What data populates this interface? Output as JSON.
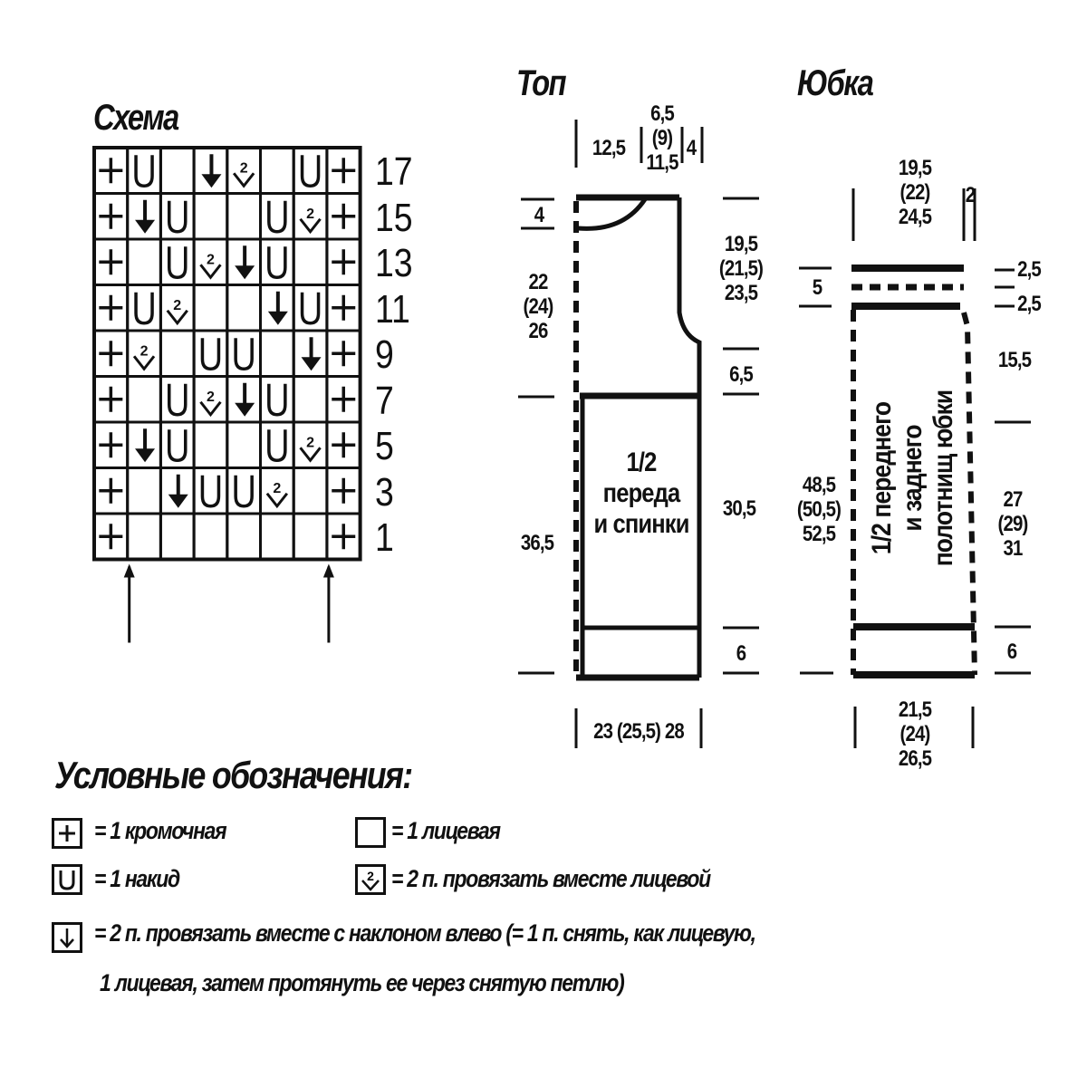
{
  "scheme": {
    "title": "Схема",
    "row_numbers": [
      "17",
      "15",
      "13",
      "11",
      "9",
      "7",
      "5",
      "3",
      "1"
    ],
    "rows": [
      [
        "+",
        "U",
        "",
        "D",
        "2",
        "",
        "U",
        "+"
      ],
      [
        "+",
        "D",
        "U",
        "",
        "",
        "U",
        "2",
        "+"
      ],
      [
        "+",
        "",
        "U",
        "2",
        "D",
        "U",
        "",
        "+"
      ],
      [
        "+",
        "U",
        "2",
        "",
        "",
        "D",
        "U",
        "+"
      ],
      [
        "+",
        "2",
        "",
        "U",
        "U",
        "",
        "D",
        "+"
      ],
      [
        "+",
        "",
        "U",
        "2",
        "D",
        "U",
        "",
        "+"
      ],
      [
        "+",
        "D",
        "U",
        "",
        "",
        "U",
        "2",
        "+"
      ],
      [
        "+",
        "",
        "D",
        "U",
        "U",
        "2",
        "",
        "+"
      ],
      [
        "+",
        "",
        "",
        "",
        "",
        "",
        "",
        "+"
      ]
    ],
    "repeat_markers": [
      "start",
      "end"
    ]
  },
  "top": {
    "title": "Топ",
    "body_label": "1/2\nпереда\nи спинки",
    "dims": {
      "top_left": "12,5",
      "top_center": "6,5\n(9)\n11,5",
      "top_right": "4",
      "neck_depth": "4",
      "armhole_height": "22\n(24)\n26",
      "lower_height": "36,5",
      "right_upper": "19,5\n(21,5)\n23,5",
      "right_armhole": "6,5",
      "right_body": "30,5",
      "right_band": "6",
      "bottom_width": "23 (25,5) 28"
    }
  },
  "skirt": {
    "title": "Юбка",
    "body_label": "1/2 переднего\nи заднего\nполотнищ юбки",
    "dims": {
      "top_width": "19,5\n(22)\n24,5",
      "top_right": "2",
      "waist_left": "5",
      "waist_r1": "2,5",
      "waist_r2": "2,5",
      "left_height": "48,5\n(50,5)\n52,5",
      "right_upper": "15,5",
      "right_mid": "27\n(29)\n31",
      "right_band": "6",
      "bottom_width": "21,5\n(24)\n26,5"
    }
  },
  "legend": {
    "title": "Условные обозначения:",
    "items": [
      {
        "symbol": "+",
        "text": "= 1 кромочная"
      },
      {
        "symbol": "",
        "text": "= 1 лицевая"
      },
      {
        "symbol": "U",
        "text": "= 1 накид"
      },
      {
        "symbol": "2",
        "text": "= 2 п. провязать вместе лицевой"
      },
      {
        "symbol": "D",
        "text": "= 2 п. провязать вместе с наклоном влево (= 1 п. снять, как лицевую,"
      },
      {
        "symbol": "",
        "text": "1 лицевая, затем протянуть ее через снятую петлю)"
      }
    ]
  }
}
